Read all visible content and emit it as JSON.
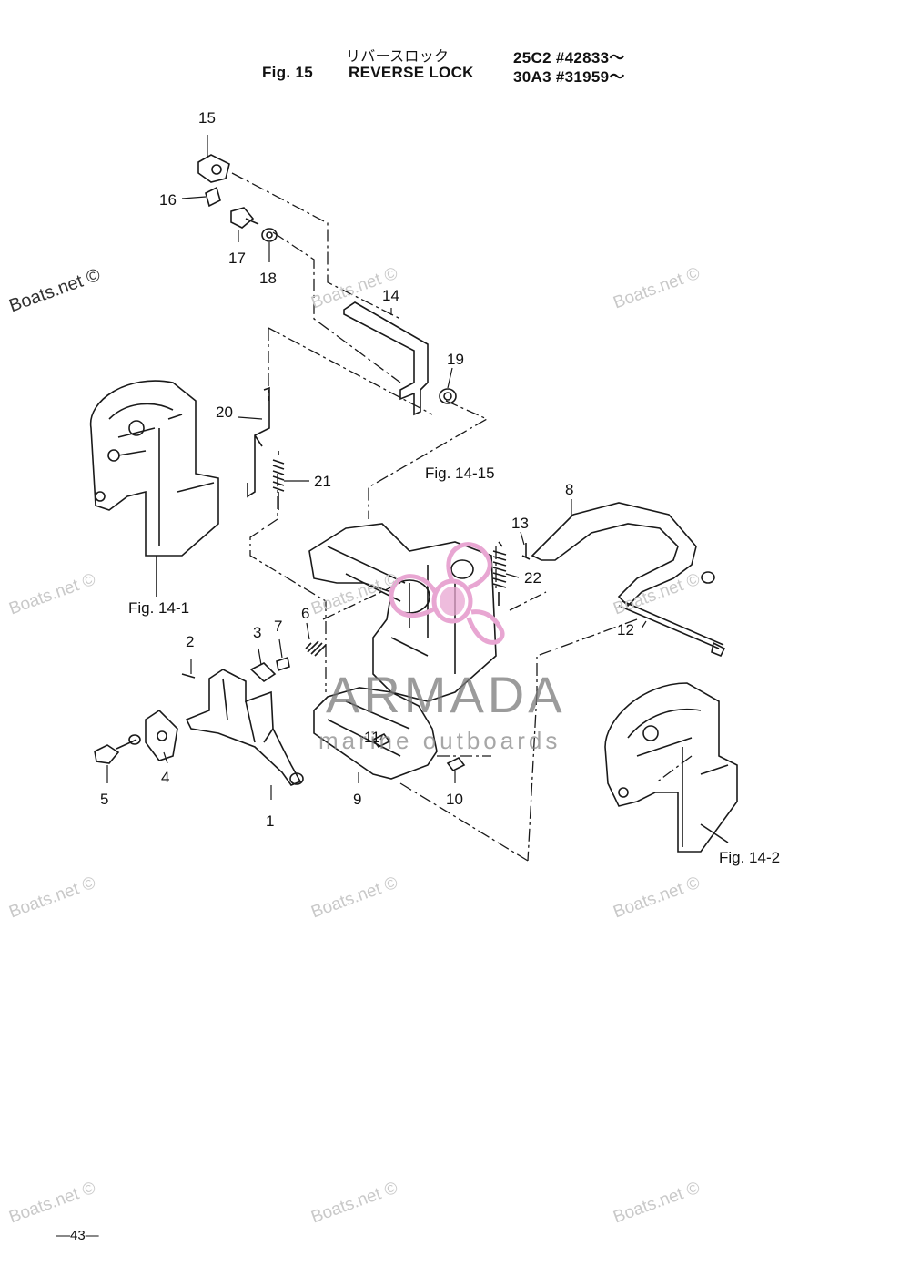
{
  "header": {
    "jp_title": "リバースロック",
    "fig_label": "Fig. 15",
    "title": "REVERSE LOCK",
    "model_line_1": "25C2 #42833～",
    "model_line_2": "30A3 #31959～"
  },
  "callouts": {
    "p1": "1",
    "p2": "2",
    "p3": "3",
    "p4": "4",
    "p5": "5",
    "p6": "6",
    "p7": "7",
    "p8": "8",
    "p9": "9",
    "p10": "10",
    "p11": "11",
    "p12": "12",
    "p13": "13",
    "p14": "14",
    "p15": "15",
    "p16": "16",
    "p17": "17",
    "p18": "18",
    "p19": "19",
    "p20": "20",
    "p21": "21",
    "p22": "22"
  },
  "figure_refs": {
    "fig_14_1": "Fig. 14-1",
    "fig_14_2": "Fig. 14-2",
    "fig_14_15": "Fig. 14-15"
  },
  "watermarks": {
    "boats": "Boats.net ©",
    "logo_main": "ARMADA",
    "logo_sub": "marine outboards"
  },
  "page_number": "—43—",
  "colors": {
    "logo_pink": "#e8a6d2",
    "line": "#1a1a1a",
    "watermark": "#c9c9c9"
  }
}
